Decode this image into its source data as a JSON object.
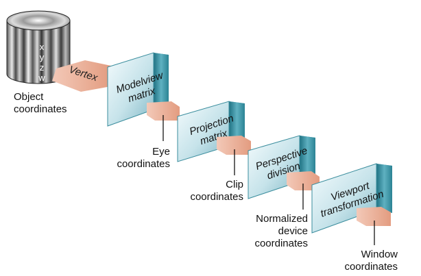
{
  "cylinder": {
    "coordinates": [
      "x",
      "y",
      "z",
      "w"
    ]
  },
  "vertex_label": "Vertex",
  "stages": [
    {
      "line1": "Modelview",
      "line2": "matrix"
    },
    {
      "line1": "Projection",
      "line2": "matrix"
    },
    {
      "line1": "Perspective",
      "line2": "division"
    },
    {
      "line1": "Viewport",
      "line2": "transformation"
    }
  ],
  "labels": {
    "object": [
      "Object",
      "coordinates"
    ],
    "eye": [
      "Eye",
      "coordinates"
    ],
    "clip": [
      "Clip",
      "coordinates"
    ],
    "ndc": [
      "Normalized",
      "device",
      "coordinates"
    ],
    "window": [
      "Window",
      "coordinates"
    ]
  },
  "colors": {
    "arrow": "#e8a890",
    "box_front": "#a9d3dc",
    "box_edge": "#2e8495",
    "label_line": "#000000"
  }
}
